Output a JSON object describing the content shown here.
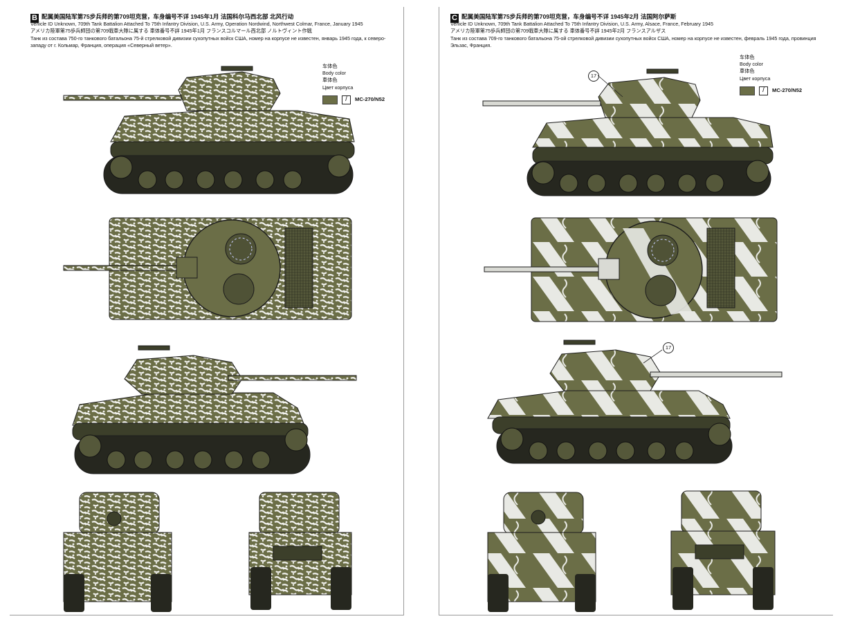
{
  "colors": {
    "olive": "#6b6e47",
    "olive_dark": "#3c3f2a",
    "white_camo": "#f2f2ef",
    "track": "#26271f",
    "outline": "#1c1c1c"
  },
  "panels": [
    {
      "id": "B",
      "title": "配属美国陆军第75步兵师的第709坦克营，车身编号不详 1945年1月 法国科尔马西北部 北风行动",
      "english": "Vehicle ID Unknown, 709th Tank Battalion Attached To 75th Infantry Division, U.S. Army, Operation Nordwind, Northwest Colmar, France, January 1945",
      "japanese": "アメリカ陸軍第75歩兵師団の第709戦車大隊に属する 車体番号不詳 1945年1月 フランスコルマール西北部 ノルトヴィント作戦",
      "russian": "Танк из состава 750-го танкового батальона 75-й стрелковой дивизии сухопутных войск США, номер на корпусе не известен, январь 1945 года, к северо-западу от г. Кольмар, Франция, операция «Северный ветер».",
      "legend": {
        "cn": "车体色",
        "en": "Body color",
        "jp": "車体色",
        "ru": "Цвет корпуса",
        "code": "MC-270/N52",
        "brush_icon": "brush-icon"
      }
    },
    {
      "id": "C",
      "title": "配属美国陆军第75步兵师的第709坦克营，车身编号不详 1945年2月 法国阿尔萨斯",
      "english": "Vehicle ID Unknown, 709th Tank Battalion Attached To 75th Infantry Division, U.S. Army, Alsace, France, February 1945",
      "japanese": "アメリカ陸軍第75歩兵師団の第709戦車大隊に属する 車体番号不詳 1945年2月 フランスアルザス",
      "russian": "Танк из состава 709-го танкового батальона 75-ой стрелковой дивизии сухопутных войск США, номер на корпусе не известен, февраль 1945 года, провинция Эльзас, Франция.",
      "legend": {
        "cn": "车体色",
        "en": "Body color",
        "jp": "車体色",
        "ru": "Цвет корпуса",
        "code": "MC-270/N52",
        "brush_icon": "brush-icon"
      },
      "callout": "17"
    }
  ]
}
